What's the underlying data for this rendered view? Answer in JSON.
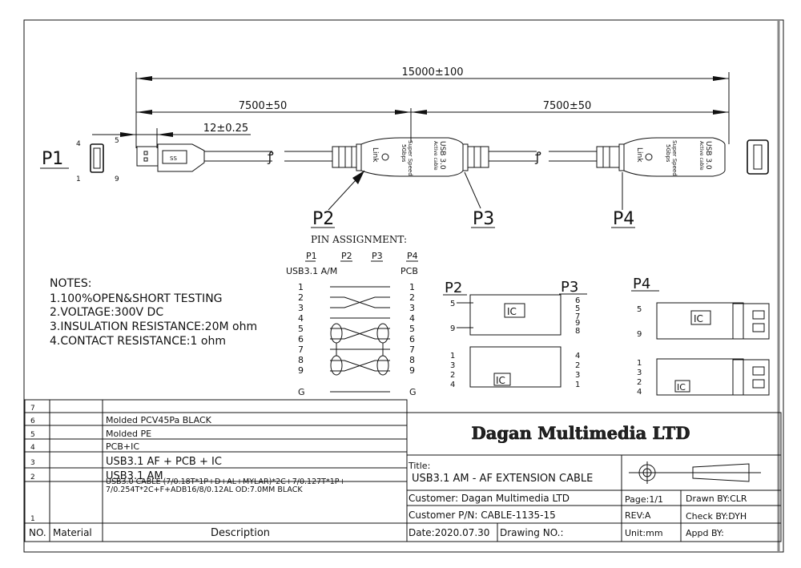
{
  "dimensions": {
    "total": "15000±100",
    "left_half": "7500±50",
    "right_half": "7500±50",
    "plug": "12±0.25"
  },
  "labels": {
    "p1": "P1",
    "p2": "P2",
    "p3": "P3",
    "p4": "P4",
    "p1_pins": [
      "4",
      "5",
      "1",
      "9"
    ]
  },
  "molding": {
    "usb": "USB 3.0",
    "active": "Active cable",
    "gbps": "5Gbps",
    "speed": "Super Speed",
    "link": "Link",
    "plug_logo": "SS"
  },
  "pin_assignment": {
    "title": "PIN ASSIGNMENT:",
    "headers": [
      "P1",
      "P2",
      "P3",
      "P4"
    ],
    "left_type": "USB3.1 A/M",
    "right_type": "PCB",
    "pins": [
      "1",
      "2",
      "3",
      "4",
      "5",
      "6",
      "7",
      "8",
      "9",
      "G"
    ]
  },
  "notes": {
    "title": "NOTES:",
    "items": [
      "1.100%OPEN&SHORT TESTING",
      "2.VOLTAGE:300V DC",
      "3.INSULATION RESISTANCE:20M ohm",
      "4.CONTACT RESISTANCE:1 ohm"
    ]
  },
  "pcb": {
    "ic": "IC",
    "p23_top_left": [
      "5",
      "9"
    ],
    "p23_top_right": [
      "6",
      "5",
      "7",
      "9",
      "8"
    ],
    "p23_bot_left": [
      "1",
      "3",
      "2",
      "4"
    ],
    "p23_bot_right": [
      "4",
      "2",
      "3",
      "1"
    ],
    "p4_top_left": [
      "5",
      "9"
    ],
    "p4_bot_left": [
      "1",
      "3",
      "2",
      "4"
    ]
  },
  "bom": {
    "headers": {
      "no": "NO.",
      "material": "Material",
      "description": "Description"
    },
    "rows": [
      {
        "no": "7",
        "material": "",
        "description": ""
      },
      {
        "no": "6",
        "material": "",
        "description": "Molded PCV45Pa BLACK"
      },
      {
        "no": "5",
        "material": "",
        "description": "Molded PE"
      },
      {
        "no": "4",
        "material": "",
        "description": "PCB+IC"
      },
      {
        "no": "3",
        "material": "",
        "description": "USB3.1  AF + PCB + IC"
      },
      {
        "no": "2",
        "material": "",
        "description": "USB3.1  AM"
      },
      {
        "no": "1",
        "material": "",
        "description": "USB3.0 CABLE (7/0.18T*1P+D+AL+MYLAR)*2C+7/0.127T*1P+",
        "description2": "7/0.254T*2C+F+ADB16/8/0.12AL OD:7.0MM BLACK"
      }
    ]
  },
  "title_block": {
    "company": "Dagan Multimedia LTD",
    "title_label": "Title:",
    "title": "USB3.1   AM - AF EXTENSION CABLE",
    "customer": "Customer: Dagan Multimedia LTD",
    "customer_pn": "Customer P/N: CABLE-1135-15",
    "date": "Date:2020.07.30",
    "drawing_no": "Drawing NO.:",
    "page": "Page:1/1",
    "rev": "REV:A",
    "unit": "Unit:mm",
    "drawn_by": "Drawn BY:CLR",
    "check_by": "Check BY:DYH",
    "appd_by": "Appd BY:"
  }
}
